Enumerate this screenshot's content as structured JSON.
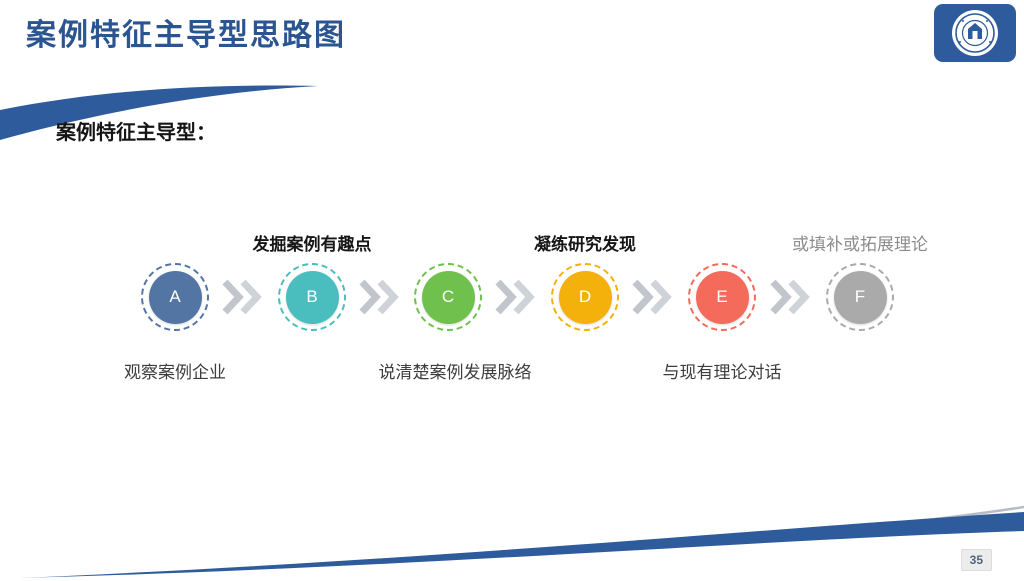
{
  "slide": {
    "title": "案例特征主导型思路图",
    "subtitle": "案例特征主导型：",
    "page_number": "35",
    "accent_color": "#2e5b9b",
    "swoosh_gray": "#b6bcc6"
  },
  "icons": {
    "step_arrow": "double-chevron-right",
    "logo": "university-seal"
  },
  "flow": {
    "steps": [
      {
        "letter": "A",
        "color": "#5275a4",
        "label_below": "观察案例企业"
      },
      {
        "letter": "B",
        "color": "#4abdbe",
        "label_above": "发掘案例有趣点"
      },
      {
        "letter": "C",
        "color": "#70c04d",
        "label_below": "说清楚案例发展脉络"
      },
      {
        "letter": "D",
        "color": "#f5b10b",
        "label_above": "凝练研究发现"
      },
      {
        "letter": "E",
        "color": "#f46a5b",
        "label_below": "与现有理论对话"
      },
      {
        "letter": "F",
        "color": "#aaaaaa",
        "label_above": "或填补或拓展理论",
        "label_color": "#8c8c8c"
      }
    ]
  }
}
